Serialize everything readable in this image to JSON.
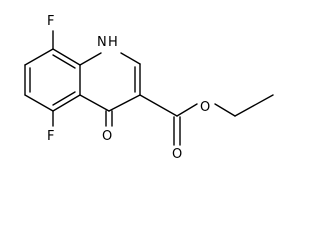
{
  "molecule": {
    "atom_labels": {
      "fluoro_top": "F",
      "fluoro_bottom": "F",
      "ring_nitrogen": "H",
      "ring_nitrogen_atom": "N",
      "keto_oxygen": "O",
      "ester_ether_oxygen": "O",
      "ester_carbonyl_oxygen": "O"
    },
    "colors": {
      "bond": "#000000",
      "label": "#000000",
      "background": "#ffffff"
    }
  }
}
